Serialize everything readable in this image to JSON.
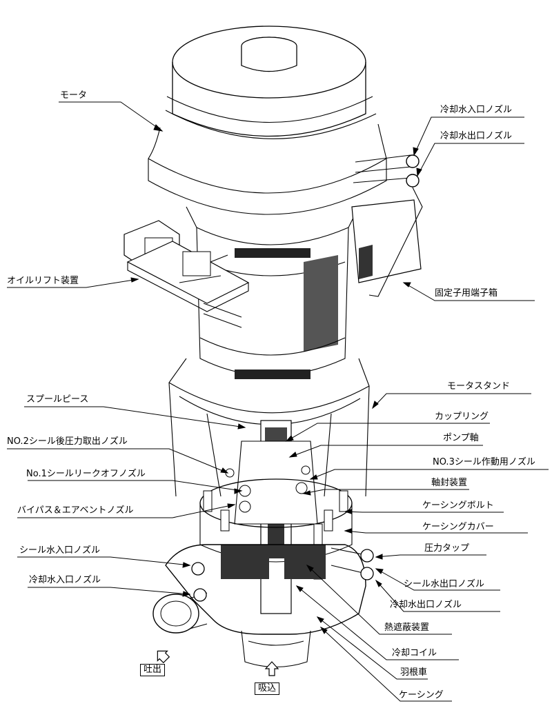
{
  "labels": {
    "motor": "モータ",
    "cooling_water_in_top": "冷却水入口ノズル",
    "cooling_water_out_top": "冷却水出口ノズル",
    "oil_lift": "オイルリフト装置",
    "stator_terminal_box": "固定子用端子箱",
    "motor_stand": "モータスタンド",
    "spool_piece": "スプールピース",
    "coupling": "カップリング",
    "pump_shaft": "ポンプ軸",
    "no2_seal": "NO.2シール後圧力取出ノズル",
    "no3_seal": "NO.3シール作動用ノズル",
    "no1_seal_leak": "No.1シールリークオフノズル",
    "shaft_seal": "軸封装置",
    "bypass_vent": "バイパス＆エアベントノズル",
    "casing_bolt": "ケーシングボルト",
    "casing_cover": "ケーシングカバー",
    "seal_water_in": "シール水入口ノズル",
    "pressure_tap": "圧力タップ",
    "cooling_water_in_bottom": "冷却水入口ノズル",
    "seal_water_out": "シール水出口ノズル",
    "cooling_water_out_bottom": "冷却水出口ノズル",
    "heat_shield": "熱遮蔽装置",
    "cooling_coil": "冷却コイル",
    "impeller": "羽根車",
    "casing": "ケーシング",
    "discharge": "吐出",
    "suction": "吸込"
  }
}
